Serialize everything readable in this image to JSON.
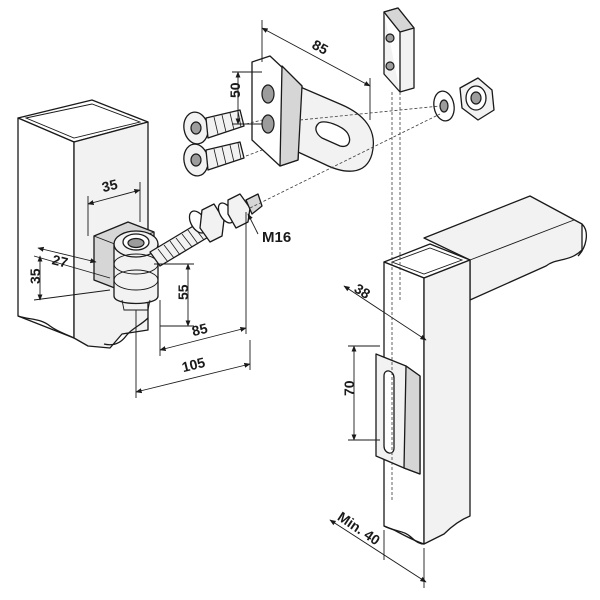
{
  "diagram": {
    "dimensions": {
      "post_width": "35",
      "bracket_offset": "27",
      "post_depth": "35",
      "bolt_drop": "55",
      "bolt_length": "85",
      "bolt_total": "105",
      "thread_size": "M16",
      "plate_length": "85",
      "plate_height": "50",
      "gate_width": "38",
      "bracket_height": "70",
      "min_gap": "Min. 40"
    },
    "colors": {
      "line": "#1a1a1a",
      "fill": "#f2f2f2",
      "shade": "#d6d6d6",
      "dark": "#9c9c9c"
    }
  }
}
